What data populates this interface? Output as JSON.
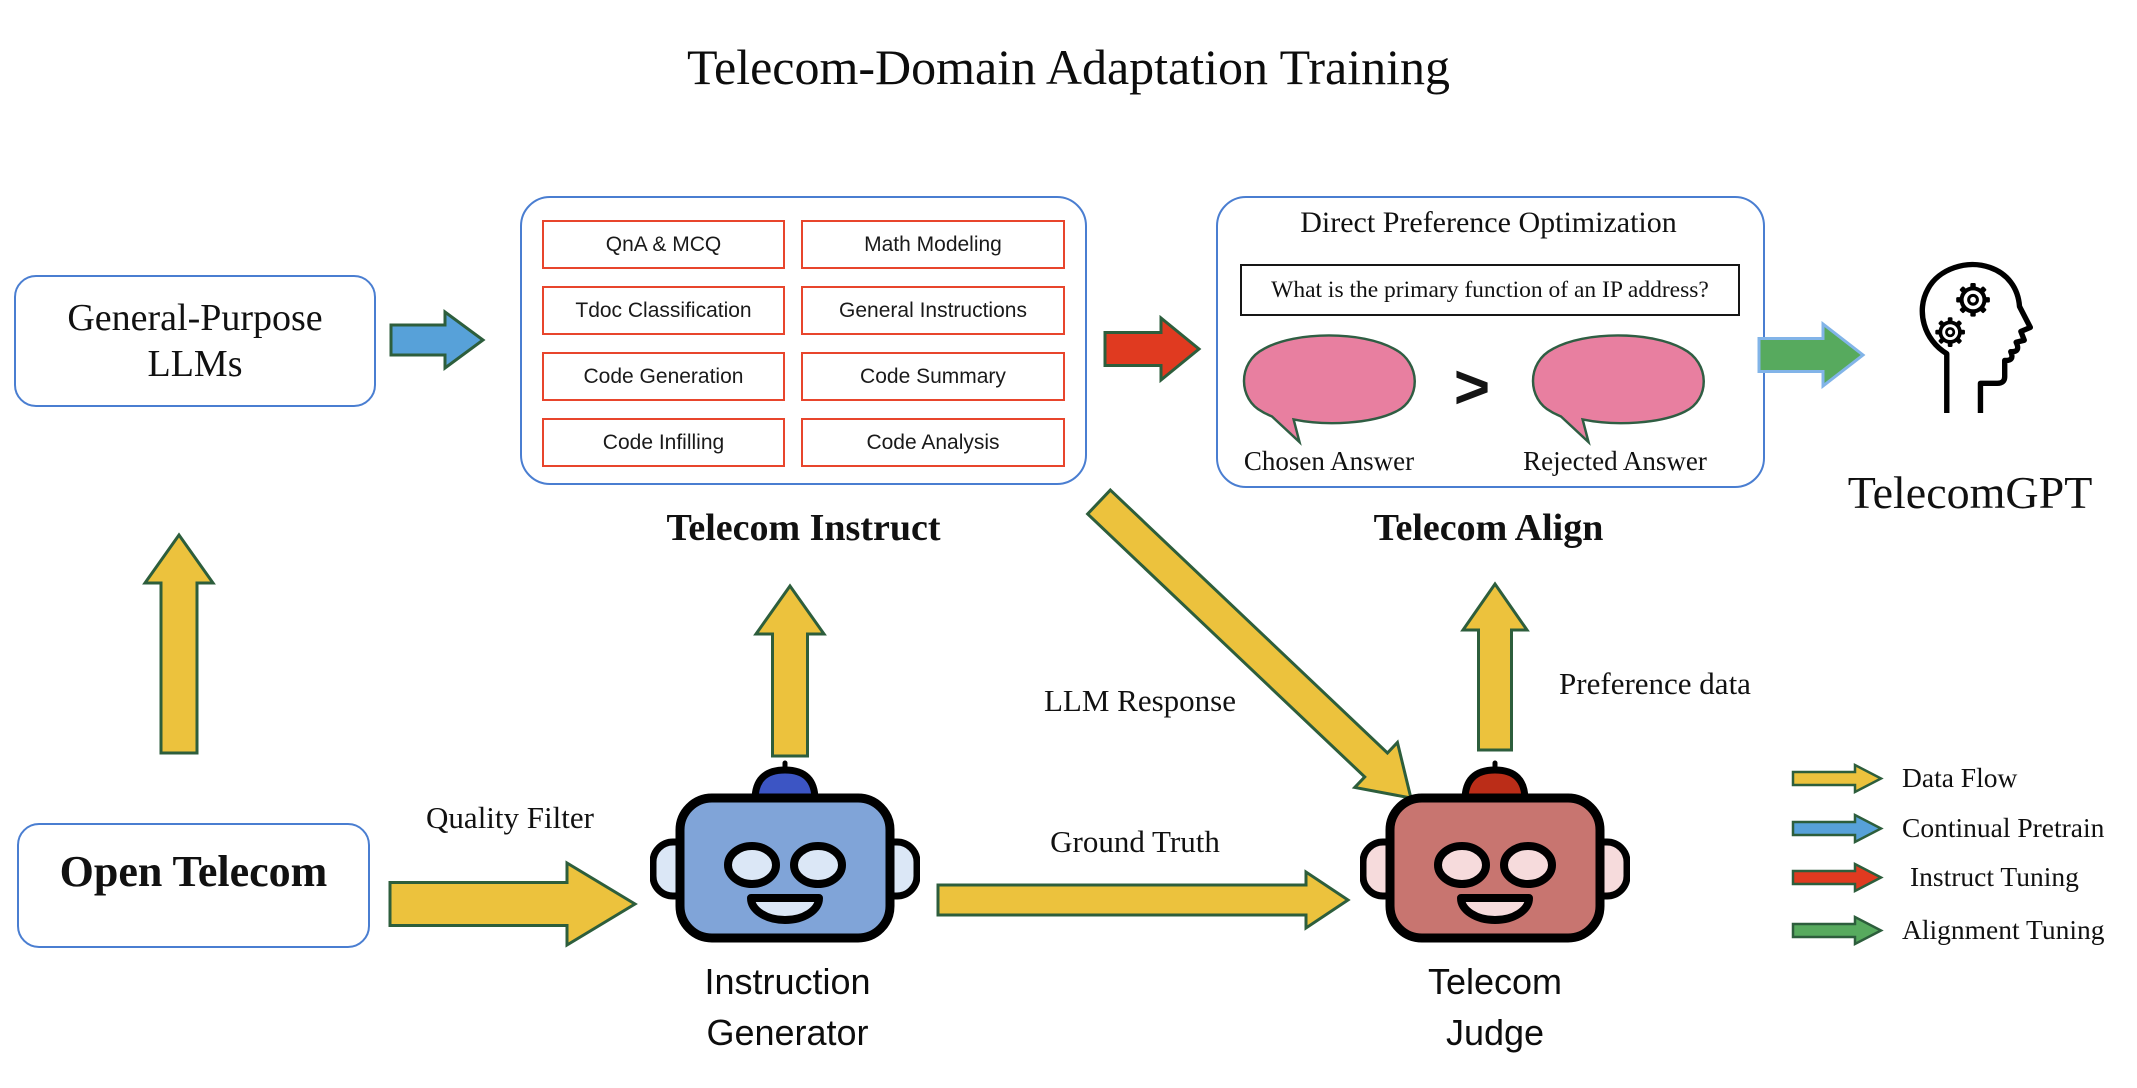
{
  "title": "Telecom-Domain Adaptation Training",
  "colors": {
    "outline-blue": "#4a7ed1",
    "task-red": "#e8452c",
    "arrow-yellow": "#ecc23d",
    "arrow-blue": "#57a1d9",
    "arrow-red": "#e03a20",
    "arrow-green": "#57aa5e",
    "arrow-border": "#2d5e3c",
    "green-arrow-border": "#82b4e8",
    "bubble-pink": "#e87fa0",
    "bubble-border": "#2f5e43",
    "robot-blue": "#80a4d8",
    "robot-blue-light": "#dbe7f6",
    "robot-blue-antenna": "#3c55c4",
    "robot-red": "#c87570",
    "robot-red-light": "#f6dbdc",
    "robot-red-antenna": "#bb2d18"
  },
  "nodes": {
    "general_llms": {
      "label_line1": "General-Purpose",
      "label_line2": "LLMs"
    },
    "open_telecom": {
      "label": "Open Telecom"
    },
    "telecom_instruct": {
      "label": "Telecom Instruct",
      "tasks": [
        "QnA & MCQ",
        "Math Modeling",
        "Tdoc Classification",
        "General Instructions",
        "Code Generation",
        "Code Summary",
        "Code Infilling",
        "Code Analysis"
      ]
    },
    "telecom_align": {
      "label": "Telecom Align",
      "dpo_title": "Direct Preference Optimization",
      "question": "What is the primary function of an IP address?",
      "comparator": ">",
      "chosen_label": "Chosen Answer",
      "rejected_label": "Rejected Answer"
    },
    "telecom_gpt": {
      "label": "TelecomGPT"
    },
    "instruction_generator": {
      "label_line1": "Instruction",
      "label_line2": "Generator"
    },
    "telecom_judge": {
      "label_line1": "Telecom",
      "label_line2": "Judge"
    }
  },
  "edges": {
    "quality_filter": "Quality Filter",
    "ground_truth": "Ground Truth",
    "llm_response": "LLM Response",
    "preference_data": "Preference data"
  },
  "legend": {
    "items": [
      {
        "arrow": "yellow",
        "label": "Data Flow"
      },
      {
        "arrow": "blue",
        "label": "Continual Pretrain"
      },
      {
        "arrow": "red",
        "label": "Instruct Tuning"
      },
      {
        "arrow": "green",
        "label": "Alignment Tuning"
      }
    ]
  }
}
